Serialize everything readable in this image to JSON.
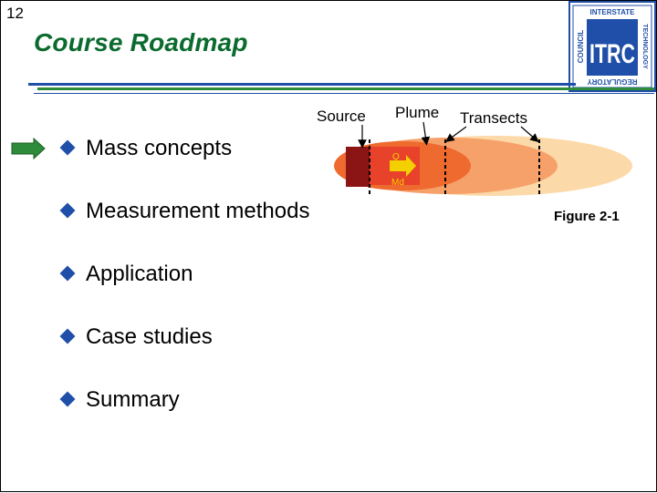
{
  "slide": {
    "number": "12",
    "title": "Course Roadmap",
    "figure_label": "Figure 2-1"
  },
  "logo": {
    "text_top": "INTERSTATE",
    "text_right": "TECHNOLOGY",
    "text_bottom": "REGULATORY",
    "text_left": "COUNCIL",
    "center": "ITRC"
  },
  "diagram": {
    "labels": {
      "source": "Source",
      "plume": "Plume",
      "transects": "Transects",
      "q": "Q",
      "md": "Md"
    }
  },
  "bullets": [
    {
      "label": "Mass concepts",
      "current": true
    },
    {
      "label": "Measurement methods",
      "current": false
    },
    {
      "label": "Application",
      "current": false
    },
    {
      "label": "Case studies",
      "current": false
    },
    {
      "label": "Summary",
      "current": false
    }
  ],
  "colors": {
    "title": "#0b6b2e",
    "bullet": "#1f4fa8",
    "arrow": "#2e8b3a",
    "logo": "#1f4fa8"
  }
}
